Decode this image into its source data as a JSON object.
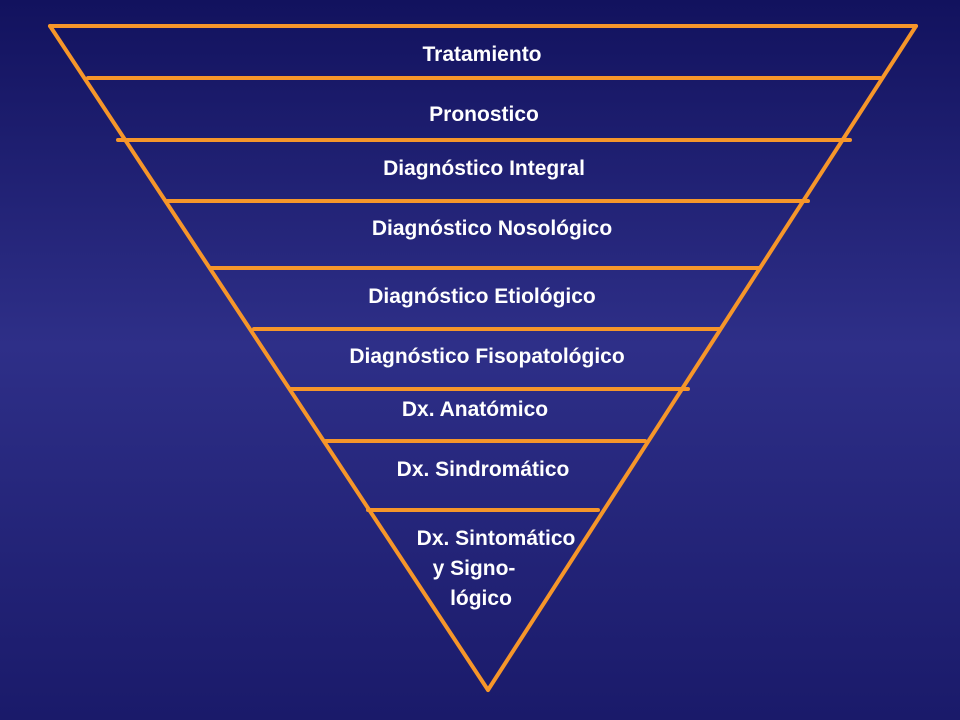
{
  "colors": {
    "background_top": "#12125e",
    "background_mid": "#2e2f88",
    "line": "#f6962a",
    "text": "#ffffff"
  },
  "levels": [
    {
      "label": "Tratamiento"
    },
    {
      "label": "Pronostico"
    },
    {
      "label": "Diagnóstico Integral"
    },
    {
      "label": "Diagnóstico Nosológico"
    },
    {
      "label": "Diagnóstico Etiológico"
    },
    {
      "label": "Diagnóstico Fisopatológico"
    },
    {
      "label": "Dx. Anatómico"
    },
    {
      "label": "Dx. Sindromático"
    },
    {
      "label_lines": [
        "Dx. Sintomático",
        "y  Signo-",
        "lógico"
      ]
    }
  ]
}
